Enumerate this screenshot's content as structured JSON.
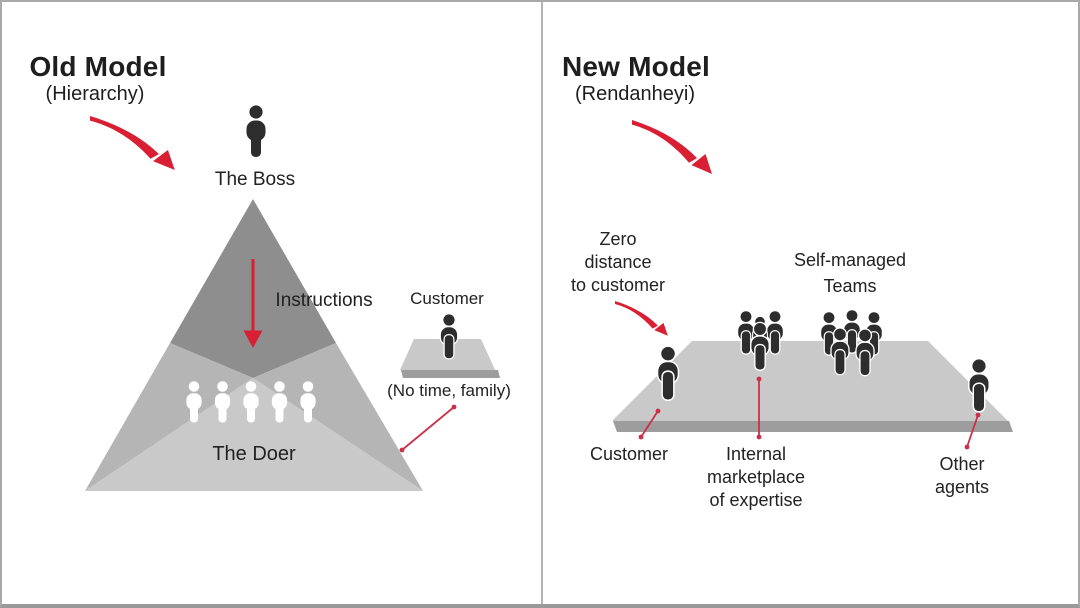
{
  "left_panel": {
    "title": "Old Model",
    "subtitle": "(Hierarchy)",
    "boss_label": "The Boss",
    "instructions_label": "Instructions",
    "doer_label": "The Doer",
    "customer_label": "Customer",
    "customer_note": "(No time, family)"
  },
  "right_panel": {
    "title": "New Model",
    "subtitle": "(Rendanheyi)",
    "zero_distance_lines": [
      "Zero",
      "distance",
      "to customer"
    ],
    "self_managed_lines": [
      "Self-managed",
      "Teams"
    ],
    "customer_label": "Customer",
    "marketplace_lines": [
      "Internal",
      "marketplace",
      "of expertise"
    ],
    "other_agents_lines": [
      "Other",
      "agents"
    ]
  },
  "colors": {
    "accent_red": "#d81f33",
    "connector_red": "#cb3049",
    "pyramid_dark": "#8e8e8e",
    "pyramid_mid": "#b5b5b5",
    "pyramid_light": "#c9c9c9",
    "platform_gray": "#c9c9c9",
    "platform_edge_gray": "#9d9d9d",
    "figure_dark": "#2d2d2d",
    "figure_white": "#ffffff",
    "divider_gray": "#b4b4b4",
    "text_dark": "#222222"
  },
  "icons": {
    "boss": "person-icon",
    "doers": "person-row-icons",
    "customer_left": "person-icon",
    "customer_right": "person-icon",
    "marketplace_team": "person-group-icon",
    "self_managed_team": "person-group-icon",
    "other_agent": "person-icon",
    "old_model_arrow": "curved-arrow-icon",
    "new_model_arrow": "curved-arrow-icon",
    "zero_distance_arrow": "curved-arrow-icon",
    "instructions_arrow": "down-arrow-icon"
  }
}
